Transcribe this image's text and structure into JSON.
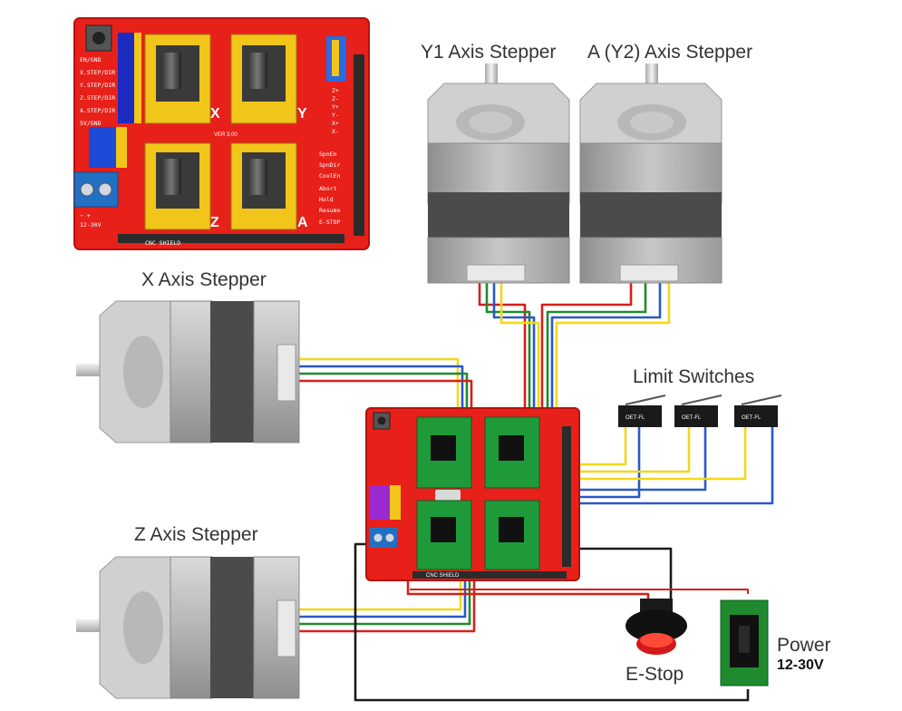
{
  "labels": {
    "y1_stepper": "Y1 Axis Stepper",
    "a_stepper": "A (Y2) Axis Stepper",
    "x_stepper": "X Axis Stepper",
    "z_stepper": "Z Axis Stepper",
    "limit_switches": "Limit Switches",
    "estop": "E-Stop",
    "power": "Power",
    "power_voltage": "12-30V"
  },
  "shield_large": {
    "name": "CNC SHIELD",
    "version": "VER 3.00",
    "voltage": "12-30V",
    "left_pins": [
      "EN/GND",
      "X.STEP/DIR",
      "Y.STEP/DIR",
      "Z.STEP/DIR",
      "A.STEP/DIR",
      "5V/GND"
    ],
    "right_pins": [
      "Z+",
      "Z-",
      "Y+",
      "Y-",
      "X+",
      "X-",
      "SpnEn",
      "SpnDir",
      "CoolEn",
      "Abort",
      "Hold",
      "Resume",
      "E-STOP"
    ],
    "driver_marks": [
      "X",
      "Y",
      "Z",
      "A"
    ]
  },
  "shield_small": {
    "name": "CNC SHIELD"
  },
  "switch_label": "ОЕТ-FL",
  "colors": {
    "board": "#e8201a",
    "wire_red": "#d3211b",
    "wire_green": "#1f8a2e",
    "wire_blue": "#2a58c8",
    "wire_yellow": "#f2d81a",
    "wire_black": "#1a1a1a"
  }
}
